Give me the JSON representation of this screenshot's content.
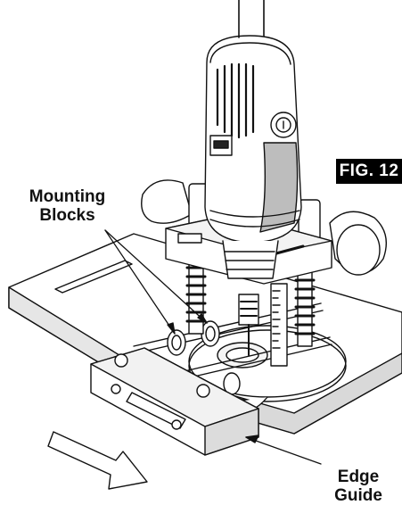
{
  "figure": {
    "badge": "FIG. 12"
  },
  "labels": {
    "mounting_line1": "Mounting",
    "mounting_line2": "Blocks",
    "edge_line1": "Edge",
    "edge_line2": "Guide"
  }
}
